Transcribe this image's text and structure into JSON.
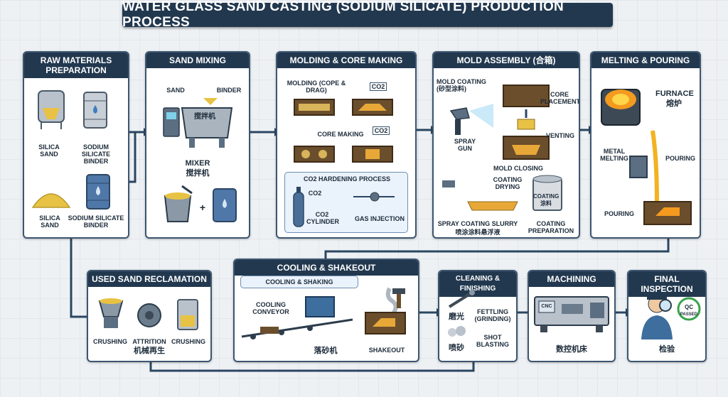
{
  "title": "WATER GLASS SAND CASTING (SODIUM SILICATE) PRODUCTION PROCESS",
  "raw": {
    "header": "RAW MATERIALS PREPARATION",
    "silica1": "SILICA SAND",
    "binder1": "SODIUM SILICATE BINDER",
    "silica2": "SILICA SAND",
    "binder2": "SODIUM SILICATE BINDER"
  },
  "mixing": {
    "header": "SAND MIXING",
    "sand": "SAND",
    "binder": "BINDER",
    "machine": "搅拌机",
    "mixer_en": "MIXER",
    "mixer_cn": "搅拌机",
    "plus": "+"
  },
  "molding": {
    "header": "MOLDING & CORE MAKING",
    "molding": "MOLDING (COPE & DRAG)",
    "core": "CORE MAKING",
    "co2a": "CO2",
    "co2b": "CO2",
    "hardening": "CO2 HARDENING PROCESS",
    "co2c": "CO2",
    "cylinder": "CO2 CYLINDER",
    "gas": "GAS INJECTION"
  },
  "assembly": {
    "header": "MOLD ASSEMBLY (合箱)",
    "coating": "MOLD COATING (砂型涂料)",
    "spray_gun": "SPRAY GUN",
    "core_placement": "CORE PLACEMENT",
    "venting": "VENTING",
    "closing": "MOLD CLOSING",
    "drying": "COATING DRYING",
    "slurry_en": "SPRAY COATING SLURRY",
    "slurry_cn": "喷涂涂料悬浮液",
    "can": "COATING 涂料",
    "prep": "COATING PREPARATION"
  },
  "melting": {
    "header": "MELTING & POURING",
    "furnace_en": "FURNACE",
    "furnace_cn": "熔炉",
    "metal": "METAL MELTING",
    "pouring1": "POURING",
    "pouring2": "POURING"
  },
  "cooling": {
    "header": "COOLING & SHAKEOUT",
    "sub": "COOLING & SHAKING",
    "conveyor": "COOLING CONVEYOR",
    "cn": "落砂机",
    "shakeout": "SHAKEOUT"
  },
  "reclaim": {
    "header": "USED SAND RECLAMATION",
    "crushing1": "CRUSHING",
    "attrition_en": "ATTRITION",
    "attrition_cn": "机械再生",
    "crushing2": "CRUSHING"
  },
  "cleaning": {
    "header": "CLEANING & FINISHING",
    "grind_cn": "磨光",
    "fettling": "FETTLING (GRINDING)",
    "blast_cn": "喷砂",
    "shot": "SHOT BLASTING"
  },
  "machining": {
    "header": "MACHINING",
    "cn": "数控机床",
    "screen": "CNC"
  },
  "inspection": {
    "header": "FINAL INSPECTION",
    "badge_top": "QC",
    "badge_bottom": "PASSED",
    "cn": "检验"
  },
  "colors": {
    "navy": "#22384f",
    "sand": "#e8c244",
    "accent": "#3d5670"
  }
}
